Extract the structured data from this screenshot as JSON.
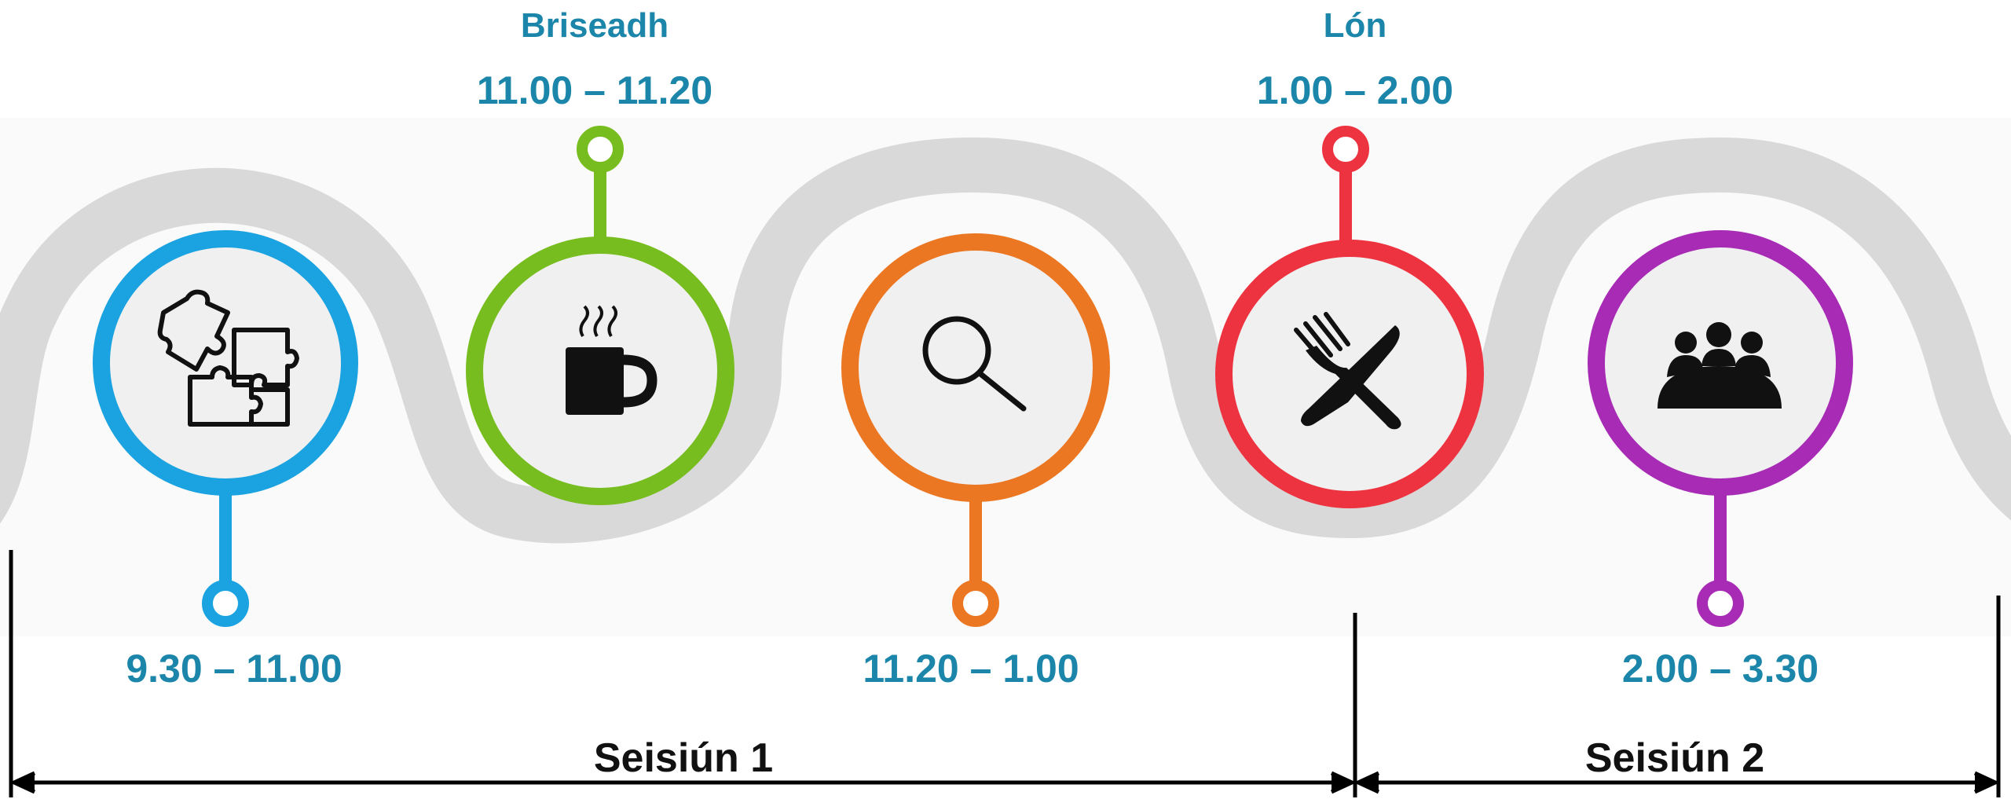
{
  "colors": {
    "road": "#d9d9d9",
    "blue": "#1aa3e0",
    "green": "#77bd1f",
    "orange": "#ec7723",
    "red": "#ee3340",
    "purple": "#a72bb5",
    "label": "#1b86a9",
    "bracket": "#000000",
    "circle_fill": "#f0f0f0"
  },
  "stops": [
    {
      "icon": "puzzle-icon",
      "time": "9.30 – 11.00",
      "title": ""
    },
    {
      "icon": "coffee-cup-icon",
      "time": "11.00 – 11.20",
      "title": "Briseadh"
    },
    {
      "icon": "magnifier-icon",
      "time": "11.20 – 1.00",
      "title": ""
    },
    {
      "icon": "fork-knife-icon",
      "time": "1.00 – 2.00",
      "title": "Lón"
    },
    {
      "icon": "meeting-people-icon",
      "time": "2.00 – 3.30",
      "title": ""
    }
  ],
  "sessions": [
    {
      "label": "Seisiún 1"
    },
    {
      "label": "Seisiún 2"
    }
  ]
}
